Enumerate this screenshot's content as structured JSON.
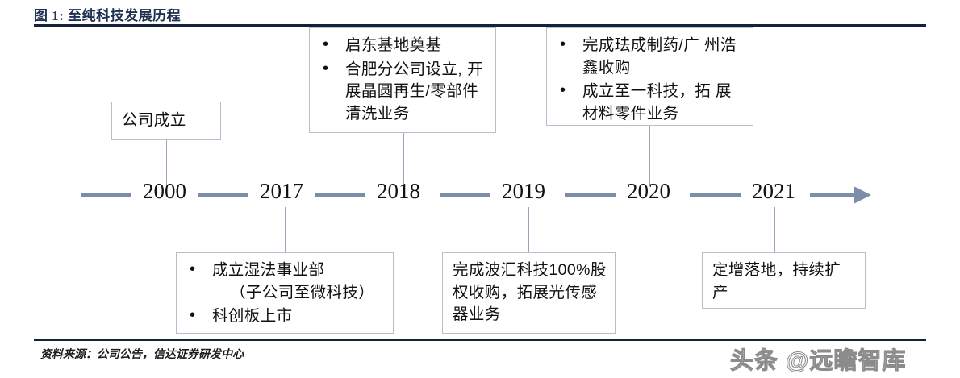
{
  "header": {
    "figure_label": "图 1:",
    "title": "图 1: 至纯科技发展历程"
  },
  "footer": {
    "source": "资料来源：公司公告，信达证券研发中心",
    "watermark": "头条 @远瞻智库"
  },
  "colors": {
    "title_text": "#1f3050",
    "rule": "#13213a",
    "axis_line": "#7b8da8",
    "box_border": "#b7bfcc",
    "connector": "#9aa6b8",
    "body_text": "#111111"
  },
  "timeline": {
    "years": [
      "2000",
      "2017",
      "2018",
      "2019",
      "2020",
      "2021"
    ],
    "arrow_icon": "arrow-right-icon",
    "direction": "left-to-right"
  },
  "events": {
    "y2000": {
      "year": "2000",
      "position": "above",
      "style": "plain",
      "lines": [
        "公司成立"
      ]
    },
    "y2017": {
      "year": "2017",
      "position": "below",
      "style": "bullets",
      "bullets": [
        {
          "text": "成立湿法事业部",
          "sub": "（子公司至微科技）"
        },
        {
          "text": "科创板上市",
          "sub": ""
        }
      ]
    },
    "y2018": {
      "year": "2018",
      "position": "above",
      "style": "bullets",
      "bullets": [
        {
          "text": "启东基地奠基",
          "sub": ""
        },
        {
          "text": "合肥分公司设立,",
          "sub": "开展晶圆再生/零部件清洗业务"
        }
      ]
    },
    "y2019": {
      "year": "2019",
      "position": "below",
      "style": "plain",
      "lines": [
        "完成波汇科技100%股权收购，拓展光传感器业务"
      ]
    },
    "y2020": {
      "year": "2020",
      "position": "above",
      "style": "bullets",
      "bullets": [
        {
          "text": "完成珐成制药/广",
          "sub": "州浩鑫收购"
        },
        {
          "text": "成立至一科技，拓",
          "sub": "展材料零件业务"
        }
      ]
    },
    "y2021": {
      "year": "2021",
      "position": "below",
      "style": "plain",
      "lines": [
        "定增落地，持续扩产"
      ]
    }
  }
}
